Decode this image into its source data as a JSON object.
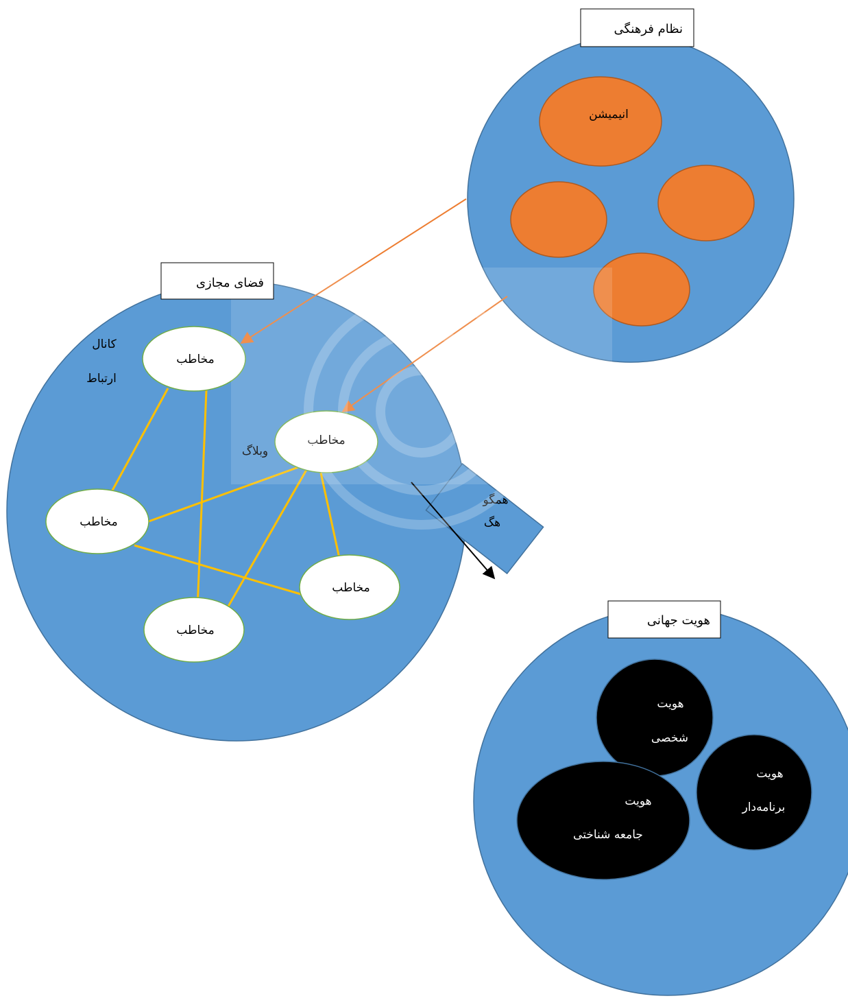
{
  "colors": {
    "circle_fill": "#5b9bd5",
    "circle_stroke": "#41719c",
    "orange_fill": "#ed7d31",
    "orange_stroke": "#ae5a21",
    "node_fill": "#ffffff",
    "node_stroke": "#70ad47",
    "edge_yellow": "#ffc000",
    "arrow_orange": "#ed7d31",
    "black_node": "#000000",
    "watermark": "#ffffff"
  },
  "cultural_system": {
    "title": "نظام فرهنگی",
    "animation_label": "انیمیشن"
  },
  "virtual_space": {
    "title": "فضای مجازی",
    "channel_label_line1": "کانال",
    "channel_label_line2": "ارتباط",
    "weblog_label": "وبلاگ",
    "audience_label": "مخاطب"
  },
  "convergence": {
    "label_line1": "همگو",
    "label_line2": "هگ"
  },
  "global_identity": {
    "title": "هویت جهانی",
    "personal_line1": "هویت",
    "personal_line2": "شخصی",
    "programmed_line1": "هویت",
    "programmed_line2": "برنامه‌دار",
    "sociological_line1": "هویت",
    "sociological_line2": "جامعه شناختی"
  }
}
